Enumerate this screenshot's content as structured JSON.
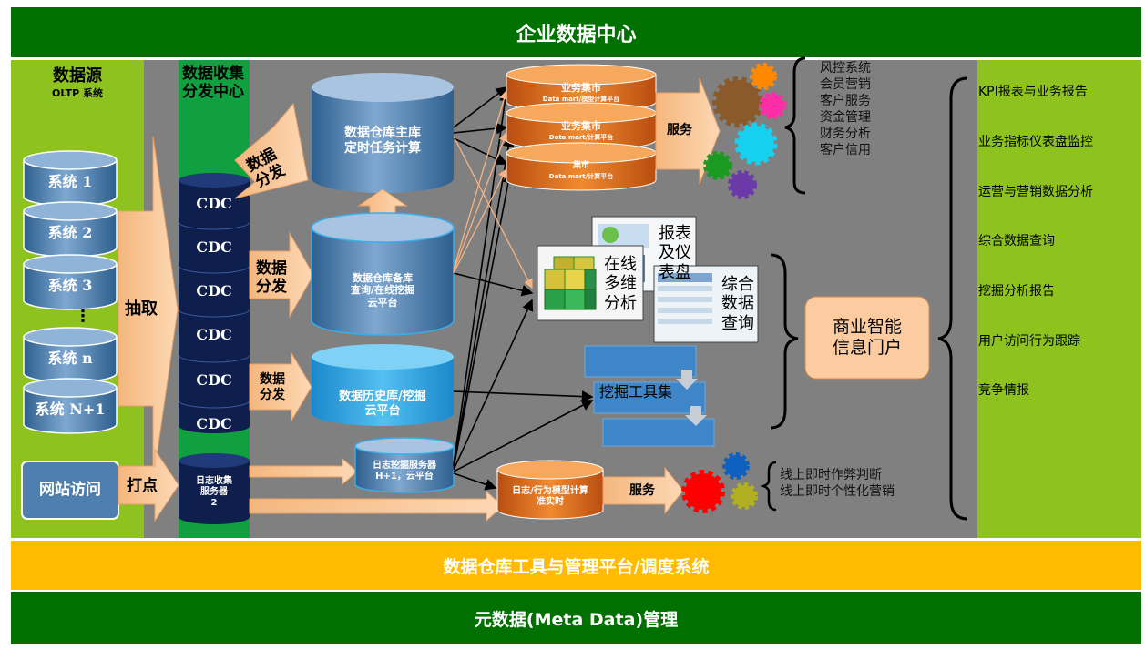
{
  "header": {
    "title": "企业数据中心"
  },
  "footer": {
    "tools_label": "数据仓库工具与管理平台/调度系统",
    "meta_label": "元数据(Meta Data)管理"
  },
  "sources": {
    "title": "数据源",
    "subtitle": "OLTP 系统",
    "systems": [
      "系统 1",
      "系统 2",
      "系统 3",
      "系统 n",
      "系统 N+1"
    ],
    "dots": "⋮",
    "web": "网站访问",
    "extract_label": "抽取",
    "track_label": "打点"
  },
  "collect": {
    "title": "数据收集\n分发中心",
    "cdc": [
      "CDC",
      "CDC",
      "CDC",
      "CDC",
      "CDC",
      "CDC"
    ],
    "log_server": "日志收集\n服务器\n2"
  },
  "distribute": {
    "arrow1": "数据\n分发",
    "arrow2": "数据\n分发",
    "arrow3": "数据\n分发"
  },
  "warehouse": {
    "main": "数据仓库主库\n定时任务计算",
    "backup": "数据仓库备库\n查询/在线挖掘\n云平台",
    "history": "数据历史库/挖掘\n云平台",
    "log_mining": "日志挖掘服务器\nH+1，云平台"
  },
  "marts": [
    {
      "title": "业务集市",
      "sub": "Data mart/模型计算平台"
    },
    {
      "title": "业务集市",
      "sub": "Data mart/计算平台"
    },
    {
      "title": "集市",
      "sub": "Data mart/计算平台"
    }
  ],
  "log_model": "日志/行为模型计算\n准实时",
  "service_label_top": "服务",
  "service_label_bottom": "服务",
  "apps_top": [
    "风控系统",
    "会员营销",
    "客户服务",
    "资金管理",
    "财务分析",
    "客户信用"
  ],
  "apps_bottom": [
    "线上即时作弊判断",
    "线上即时个性化营销"
  ],
  "analysis": {
    "olap": "在线\n多维\n分析",
    "report": "报表\n及仪\n表盘",
    "query": "综合\n数据\n查询",
    "mining": "挖掘工具集"
  },
  "bi_portal": "商业智能\n信息门户",
  "bi_outputs": [
    "KPI报表与业务报告",
    "业务指标仪表盘监控",
    "运营与营销数据分析",
    "综合数据查询",
    "挖掘分析报告",
    "用户访问行为跟踪",
    "竞争情报"
  ],
  "colors": {
    "dark_green": "#007000",
    "lime": "#8dc21f",
    "mid_green": "#10a040",
    "gray": "#808080",
    "yellow": "#ffbb00",
    "orange": "#e07020",
    "navy": "#0e1f4e",
    "blue_cyl": "#4f7fae",
    "peach": "#fccca0"
  }
}
